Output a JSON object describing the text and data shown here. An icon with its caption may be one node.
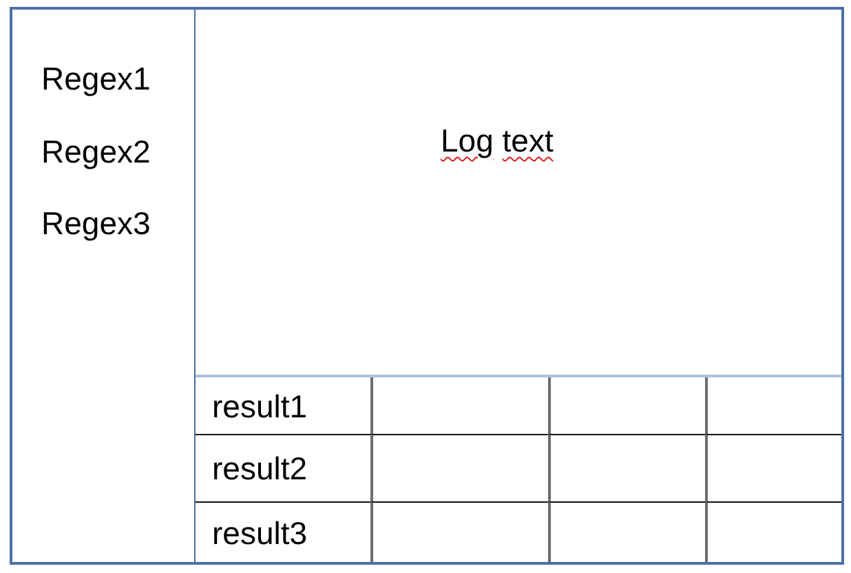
{
  "diagram": {
    "nodes": [
      {
        "text": [],
        "shape": "box"
      },
      {
        "text": [
          "Regex1",
          "Regex2",
          "Regex3"
        ],
        "in": 0
      },
      {
        "text": [
          "Log text"
        ],
        "in": 0
      }
    ],
    "labels": [
      "result1",
      "result2",
      "result3"
    ]
  }
}
